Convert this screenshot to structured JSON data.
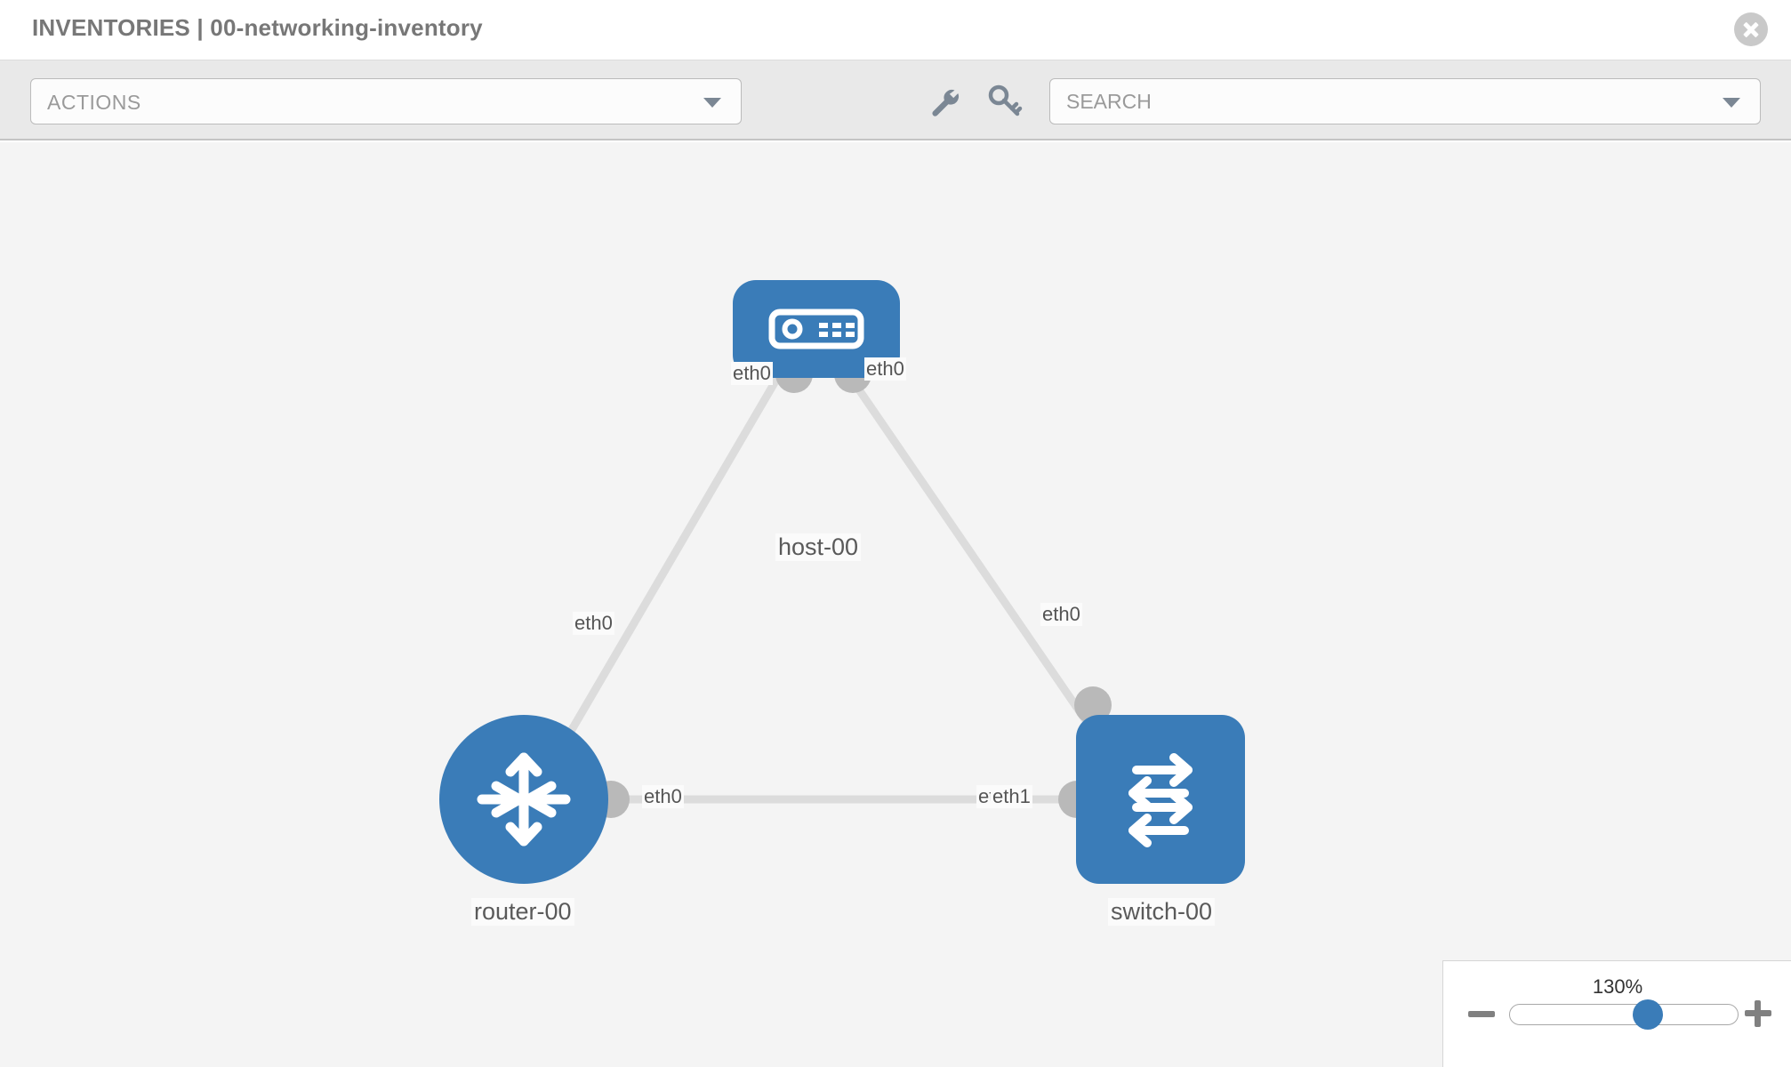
{
  "header": {
    "title": "INVENTORIES | 00-networking-inventory",
    "close_icon": "close-circle-icon"
  },
  "toolbar": {
    "actions_label": "ACTIONS",
    "actions_caret_icon": "chevron-down-icon",
    "wrench_icon": "wrench-icon",
    "key_icon": "key-icon",
    "search": {
      "value": "",
      "placeholder": "SEARCH",
      "caret_icon": "chevron-down-icon"
    }
  },
  "topology": {
    "accent_color": "#3a7cb8",
    "port_color": "#b9b9b9",
    "link_color": "#dcdcdc",
    "canvas_color": "#f4f4f4",
    "nodes": [
      {
        "id": "host-00",
        "label": "host-00",
        "type": "host",
        "icon": "server-icon"
      },
      {
        "id": "router-00",
        "label": "router-00",
        "type": "router",
        "icon": "router-arrows-icon"
      },
      {
        "id": "switch-00",
        "label": "switch-00",
        "type": "switch",
        "icon": "switch-arrows-icon"
      }
    ],
    "links": [
      {
        "from": "host-00",
        "from_port": "eth0",
        "to": "router-00",
        "to_port": "eth0"
      },
      {
        "from": "host-00",
        "from_port": "eth0",
        "to": "switch-00",
        "to_port": "eth0"
      },
      {
        "from": "router-00",
        "from_port": "eth0",
        "to": "switch-00",
        "to_port": "eth1"
      }
    ],
    "port_labels": {
      "host_left": "eth0",
      "host_right": "eth0",
      "router_upper": "eth0",
      "switch_upper": "eth0",
      "router_right": "eth0",
      "switch_left_hidden": "eth0",
      "switch_left": "eth1"
    }
  },
  "zoom_control": {
    "value_label": "130%",
    "slider_percent": 62,
    "minus_icon": "minus-icon",
    "plus_icon": "plus-icon"
  }
}
